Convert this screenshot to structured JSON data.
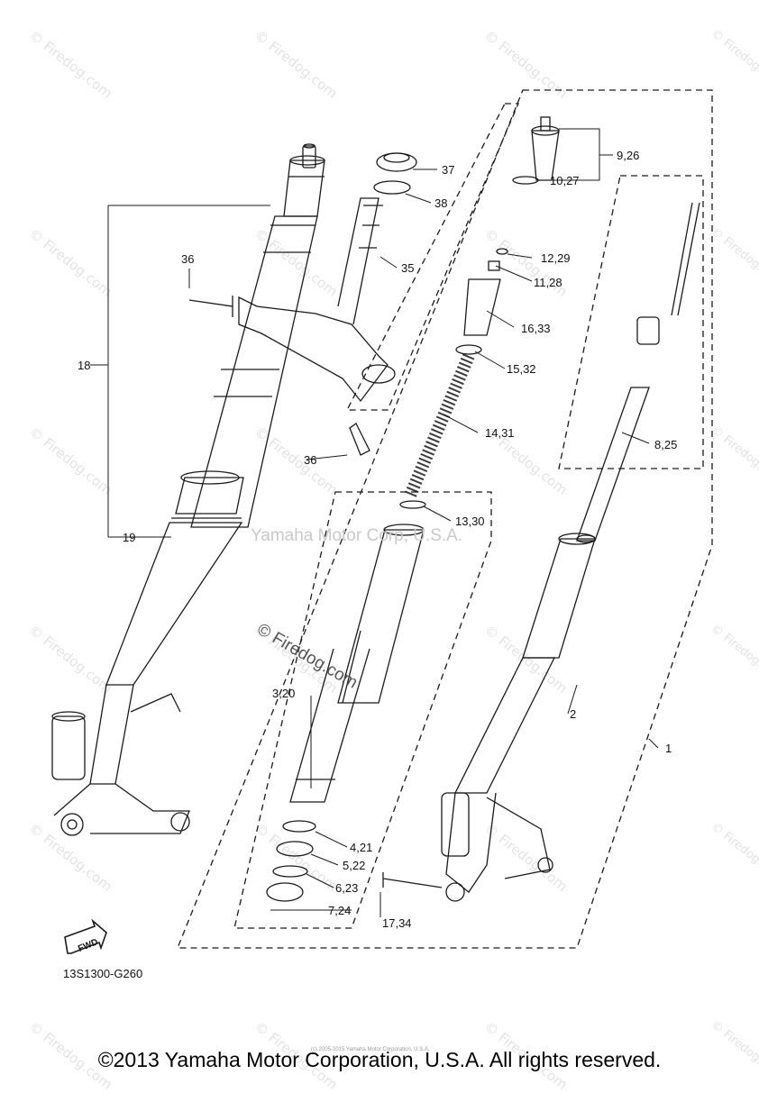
{
  "watermark": {
    "tile": "© Firedog.com"
  },
  "center_watermark": "Yamaha Motor Corp, U.S.A.",
  "diagonal_watermark": "© Firedog.com",
  "diagram_code": "13S1300-G260",
  "copyright": "©2013 Yamaha Motor Corporation, U.S.A. All rights reserved.",
  "tiny_note": "(c) 2005-2015 Yamaha Motor Corporation, U.S.A.",
  "fwd_label": "FWD",
  "labels": {
    "p1": "1",
    "p2": "2",
    "p3_20": "3,20",
    "p4_21": "4,21",
    "p5_22": "5,22",
    "p6_23": "6,23",
    "p7_24": "7,24",
    "p8_25": "8,25",
    "p9_26": "9,26",
    "p10_27": "10,27",
    "p11_28": "11,28",
    "p12_29": "12,29",
    "p13_30": "13,30",
    "p14_31": "14,31",
    "p15_32": "15,32",
    "p16_33": "16,33",
    "p17_34": "17,34",
    "p18": "18",
    "p19": "19",
    "p35": "35",
    "p36a": "36",
    "p36b": "36",
    "p37": "37",
    "p38": "38"
  }
}
